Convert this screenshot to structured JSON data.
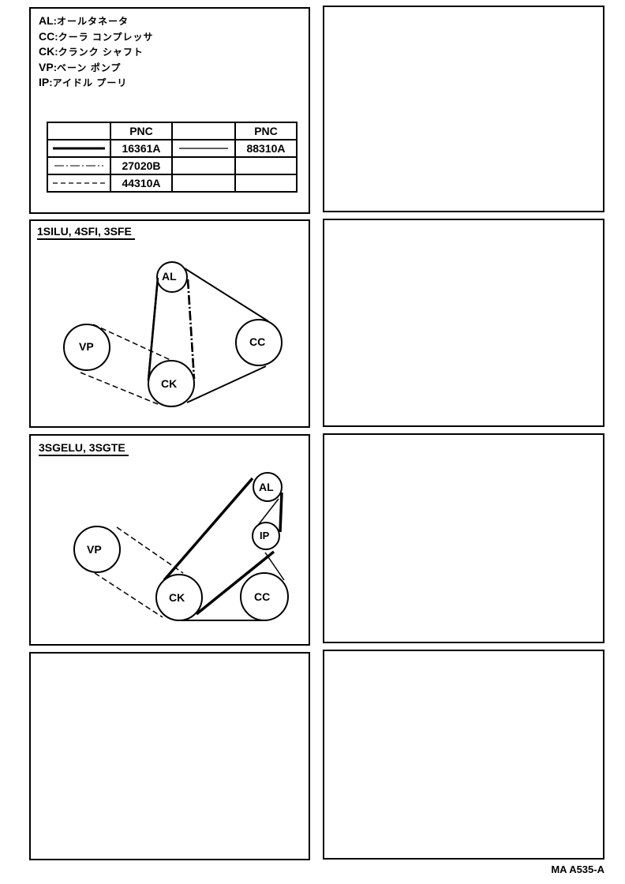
{
  "legend": {
    "items": [
      {
        "code": "AL",
        "name": "オールタネータ"
      },
      {
        "code": "CC",
        "name": "クーラ コンプレッサ"
      },
      {
        "code": "CK",
        "name": "クランク シャフト"
      },
      {
        "code": "VP",
        "name": "ベーン ポンプ"
      },
      {
        "code": "IP",
        "name": "アイドル プーリ"
      }
    ],
    "separator": ":"
  },
  "pnc_table": {
    "header": "PNC",
    "rows": [
      {
        "line_style": "thick-solid",
        "pnc": "16361A",
        "line_style_2": "thin-solid",
        "pnc_2": "88310A"
      },
      {
        "line_style": "dash-dot",
        "pnc": "27020B",
        "line_style_2": "",
        "pnc_2": ""
      },
      {
        "line_style": "dashed",
        "pnc": "44310A",
        "line_style_2": "",
        "pnc_2": ""
      }
    ]
  },
  "diagrams": [
    {
      "title": "1SILU, 4SFI, 3SFE",
      "pulleys": [
        {
          "label": "AL"
        },
        {
          "label": "VP"
        },
        {
          "label": "CC"
        },
        {
          "label": "CK"
        }
      ]
    },
    {
      "title": "3SGELU, 3SGTE",
      "pulleys": [
        {
          "label": "AL"
        },
        {
          "label": "IP"
        },
        {
          "label": "VP"
        },
        {
          "label": "CK"
        },
        {
          "label": "CC"
        }
      ]
    }
  ],
  "footer": {
    "code": "MA A535-A"
  }
}
